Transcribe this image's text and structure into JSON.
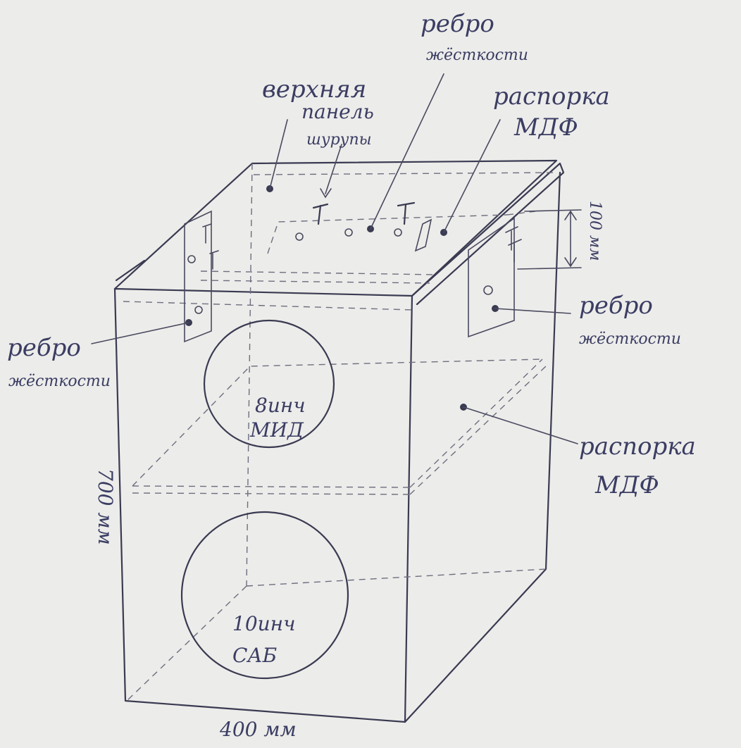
{
  "labels": {
    "top_panel": [
      "верхняя",
      "панель"
    ],
    "screws": "шурупы",
    "rib_top": [
      "ребро",
      "жёсткости"
    ],
    "spacer_top": [
      "распорка",
      "МДФ"
    ],
    "rib_left": [
      "ребро",
      "жёсткости"
    ],
    "rib_right": [
      "ребро",
      "жёсткости"
    ],
    "spacer_right": [
      "распорка",
      "МДФ"
    ],
    "mid_speaker": [
      "8инч",
      "МИД"
    ],
    "sub_speaker": [
      "10инч",
      "САБ"
    ]
  },
  "dimensions": {
    "height": "700 мм",
    "width": "400 мм",
    "rib_height": "100 мм"
  },
  "colors": {
    "ink": "#3a3a52",
    "label_ink": "#3b3d63",
    "paper": "#ececea"
  }
}
